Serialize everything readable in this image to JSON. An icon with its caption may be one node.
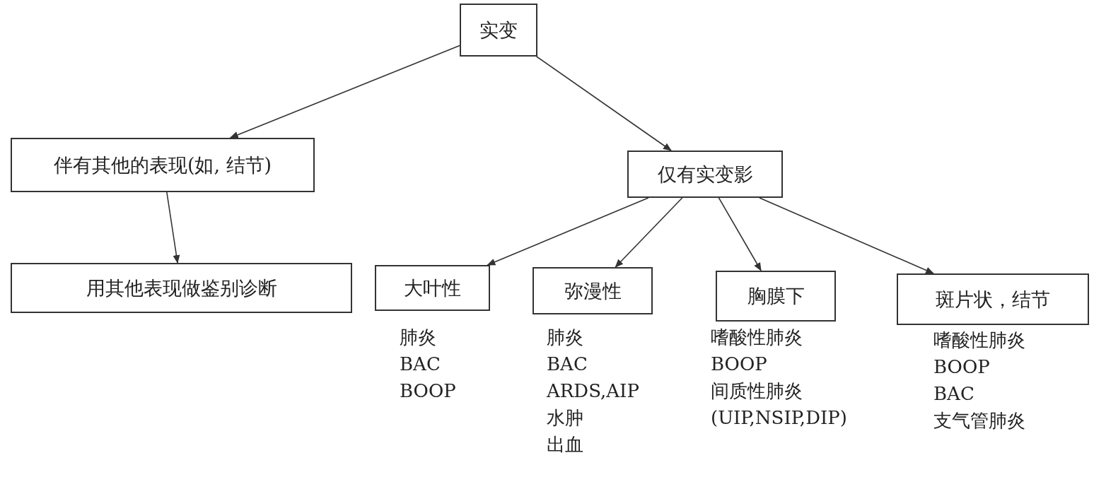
{
  "diagram": {
    "nodes": [
      {
        "text": [
          "实变"
        ]
      },
      {
        "text": [
          "伴有其他的表现(如, 结节)"
        ]
      },
      {
        "text": [
          "仅有实变影"
        ]
      },
      {
        "text": [
          "用其他表现做鉴别诊断"
        ]
      },
      {
        "text": [
          "大叶性"
        ],
        "beside": [
          "肺炎",
          "BAC",
          "BOOP"
        ]
      },
      {
        "text": [
          "弥漫性"
        ],
        "beside": [
          "肺炎",
          "BAC",
          "ARDS,AIP",
          "水肿",
          "出血"
        ]
      },
      {
        "text": [
          "胸膜下"
        ],
        "beside": [
          "嗜酸性肺炎",
          "BOOP",
          "间质性肺炎",
          "(UIP,NSIP,DIP)"
        ]
      },
      {
        "text": [
          "斑片状，结节"
        ],
        "beside": [
          "嗜酸性肺炎",
          "BOOP",
          "BAC",
          "支气管肺炎"
        ]
      }
    ],
    "edges": [
      {
        "from": 0,
        "to": 1,
        "arrow": "to"
      },
      {
        "from": 0,
        "to": 2,
        "arrow": "to"
      },
      {
        "from": 1,
        "to": 3,
        "arrow": "to"
      },
      {
        "from": 2,
        "to": 4,
        "arrow": "to"
      },
      {
        "from": 2,
        "to": 5,
        "arrow": "to"
      },
      {
        "from": 2,
        "to": 6,
        "arrow": "to"
      },
      {
        "from": 2,
        "to": 7,
        "arrow": "to"
      }
    ]
  }
}
